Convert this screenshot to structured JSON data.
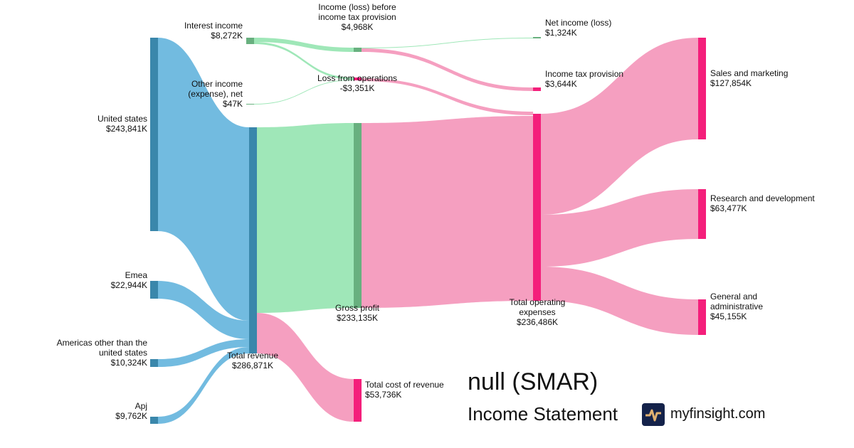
{
  "chart_data": {
    "type": "sankey",
    "title": "null (SMAR)",
    "subtitle": "Income Statement",
    "colors": {
      "revenue_link": "#6ab7de",
      "revenue_node": "#3a87ab",
      "profit_link": "#9ae6b4",
      "profit_node": "#68b07f",
      "cost_link": "#f49abd",
      "cost_node": "#f41f7b"
    },
    "nodes": [
      {
        "id": "us",
        "name": "United states",
        "value": "$243,841K"
      },
      {
        "id": "emea",
        "name": "Emea",
        "value": "$22,944K"
      },
      {
        "id": "amer",
        "name": "Americas other than the united states",
        "value": "$10,324K"
      },
      {
        "id": "apj",
        "name": "Apj",
        "value": "$9,762K"
      },
      {
        "id": "interest",
        "name": "Interest income",
        "value": "$8,272K"
      },
      {
        "id": "other",
        "name": "Other income (expense), net",
        "value": "$47K"
      },
      {
        "id": "rev",
        "name": "Total revenue",
        "value": "$286,871K"
      },
      {
        "id": "ibt",
        "name": "Income (loss) before income tax provision",
        "value": "$4,968K"
      },
      {
        "id": "lfo",
        "name": "Loss from operations",
        "value": "-$3,351K"
      },
      {
        "id": "gp",
        "name": "Gross profit",
        "value": "$233,135K"
      },
      {
        "id": "cor",
        "name": "Total cost of revenue",
        "value": "$53,736K"
      },
      {
        "id": "ni",
        "name": "Net income (loss)",
        "value": "$1,324K"
      },
      {
        "id": "tax",
        "name": "Income tax provision",
        "value": "$3,644K"
      },
      {
        "id": "opex",
        "name": "Total operating expenses",
        "value": "$236,486K"
      },
      {
        "id": "sm",
        "name": "Sales and marketing",
        "value": "$127,854K"
      },
      {
        "id": "rd",
        "name": "Research and development",
        "value": "$63,477K"
      },
      {
        "id": "ga",
        "name": "General and administrative",
        "value": "$45,155K"
      }
    ],
    "links": [
      {
        "source": "us",
        "target": "rev",
        "value": 243841
      },
      {
        "source": "emea",
        "target": "rev",
        "value": 22944
      },
      {
        "source": "amer",
        "target": "rev",
        "value": 10324
      },
      {
        "source": "apj",
        "target": "rev",
        "value": 9762
      },
      {
        "source": "rev",
        "target": "gp",
        "value": 233135
      },
      {
        "source": "rev",
        "target": "cor",
        "value": 53736
      },
      {
        "source": "gp",
        "target": "opex",
        "value": 233135
      },
      {
        "source": "interest",
        "target": "ibt",
        "value": 4968
      },
      {
        "source": "interest",
        "target": "lfo",
        "value": 3304
      },
      {
        "source": "other",
        "target": "lfo",
        "value": 47
      },
      {
        "source": "ibt",
        "target": "ni",
        "value": 1324
      },
      {
        "source": "ibt",
        "target": "tax",
        "value": 3644
      },
      {
        "source": "lfo",
        "target": "opex",
        "value": 3351
      },
      {
        "source": "opex",
        "target": "sm",
        "value": 127854
      },
      {
        "source": "opex",
        "target": "rd",
        "value": 63477
      },
      {
        "source": "opex",
        "target": "ga",
        "value": 45155
      }
    ]
  },
  "brand": {
    "site": "myfinsight.com"
  }
}
